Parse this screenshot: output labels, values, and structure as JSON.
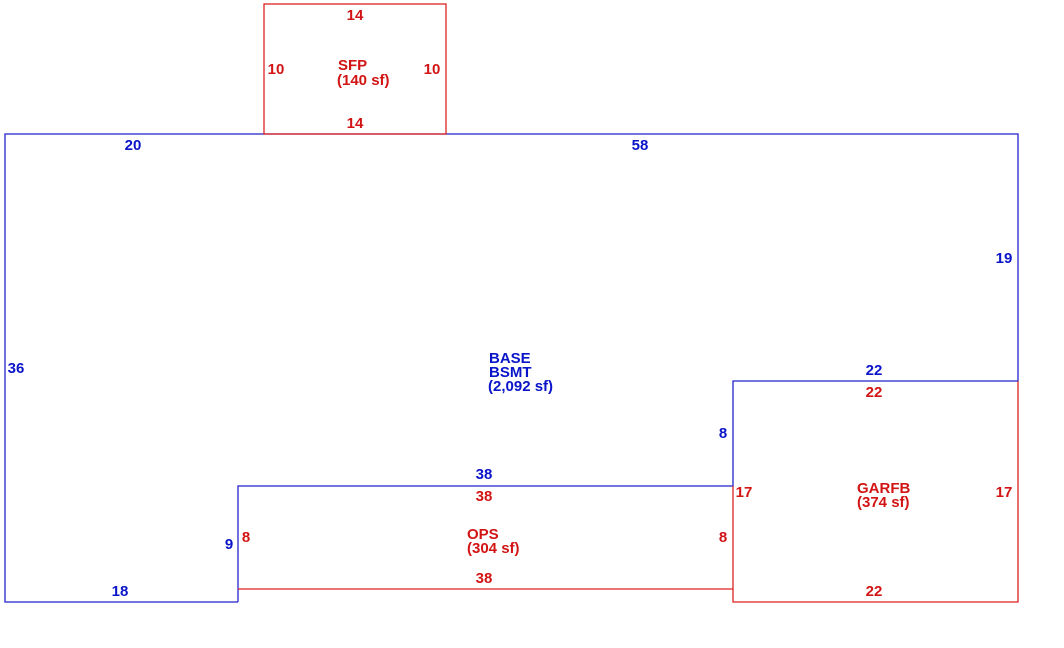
{
  "colors": {
    "blue": "#0a14c8",
    "red": "#d21414"
  },
  "areas": {
    "sfp": {
      "name": "SFP",
      "size": "(140 sf)"
    },
    "base": {
      "line1": "BASE",
      "line2": "BSMT",
      "size": "(2,092 sf)"
    },
    "ops": {
      "name": "OPS",
      "size": "(304 sf)"
    },
    "garfb": {
      "name": "GARFB",
      "size": "(374 sf)"
    }
  },
  "dimensions": {
    "sfp_top": "14",
    "sfp_left": "10",
    "sfp_right": "10",
    "sfp_bottom": "14",
    "base_top_left": "20",
    "base_top_right": "58",
    "base_right": "19",
    "base_left": "36",
    "base_garage_top": "22",
    "base_garage_side": "8",
    "base_porch_top": "38",
    "base_porch_side": "9",
    "base_bottom": "18",
    "garfb_top": "22",
    "garfb_left": "17",
    "garfb_right": "17",
    "garfb_bottom": "22",
    "ops_top": "38",
    "ops_left": "8",
    "ops_right": "8",
    "ops_bottom": "38"
  }
}
